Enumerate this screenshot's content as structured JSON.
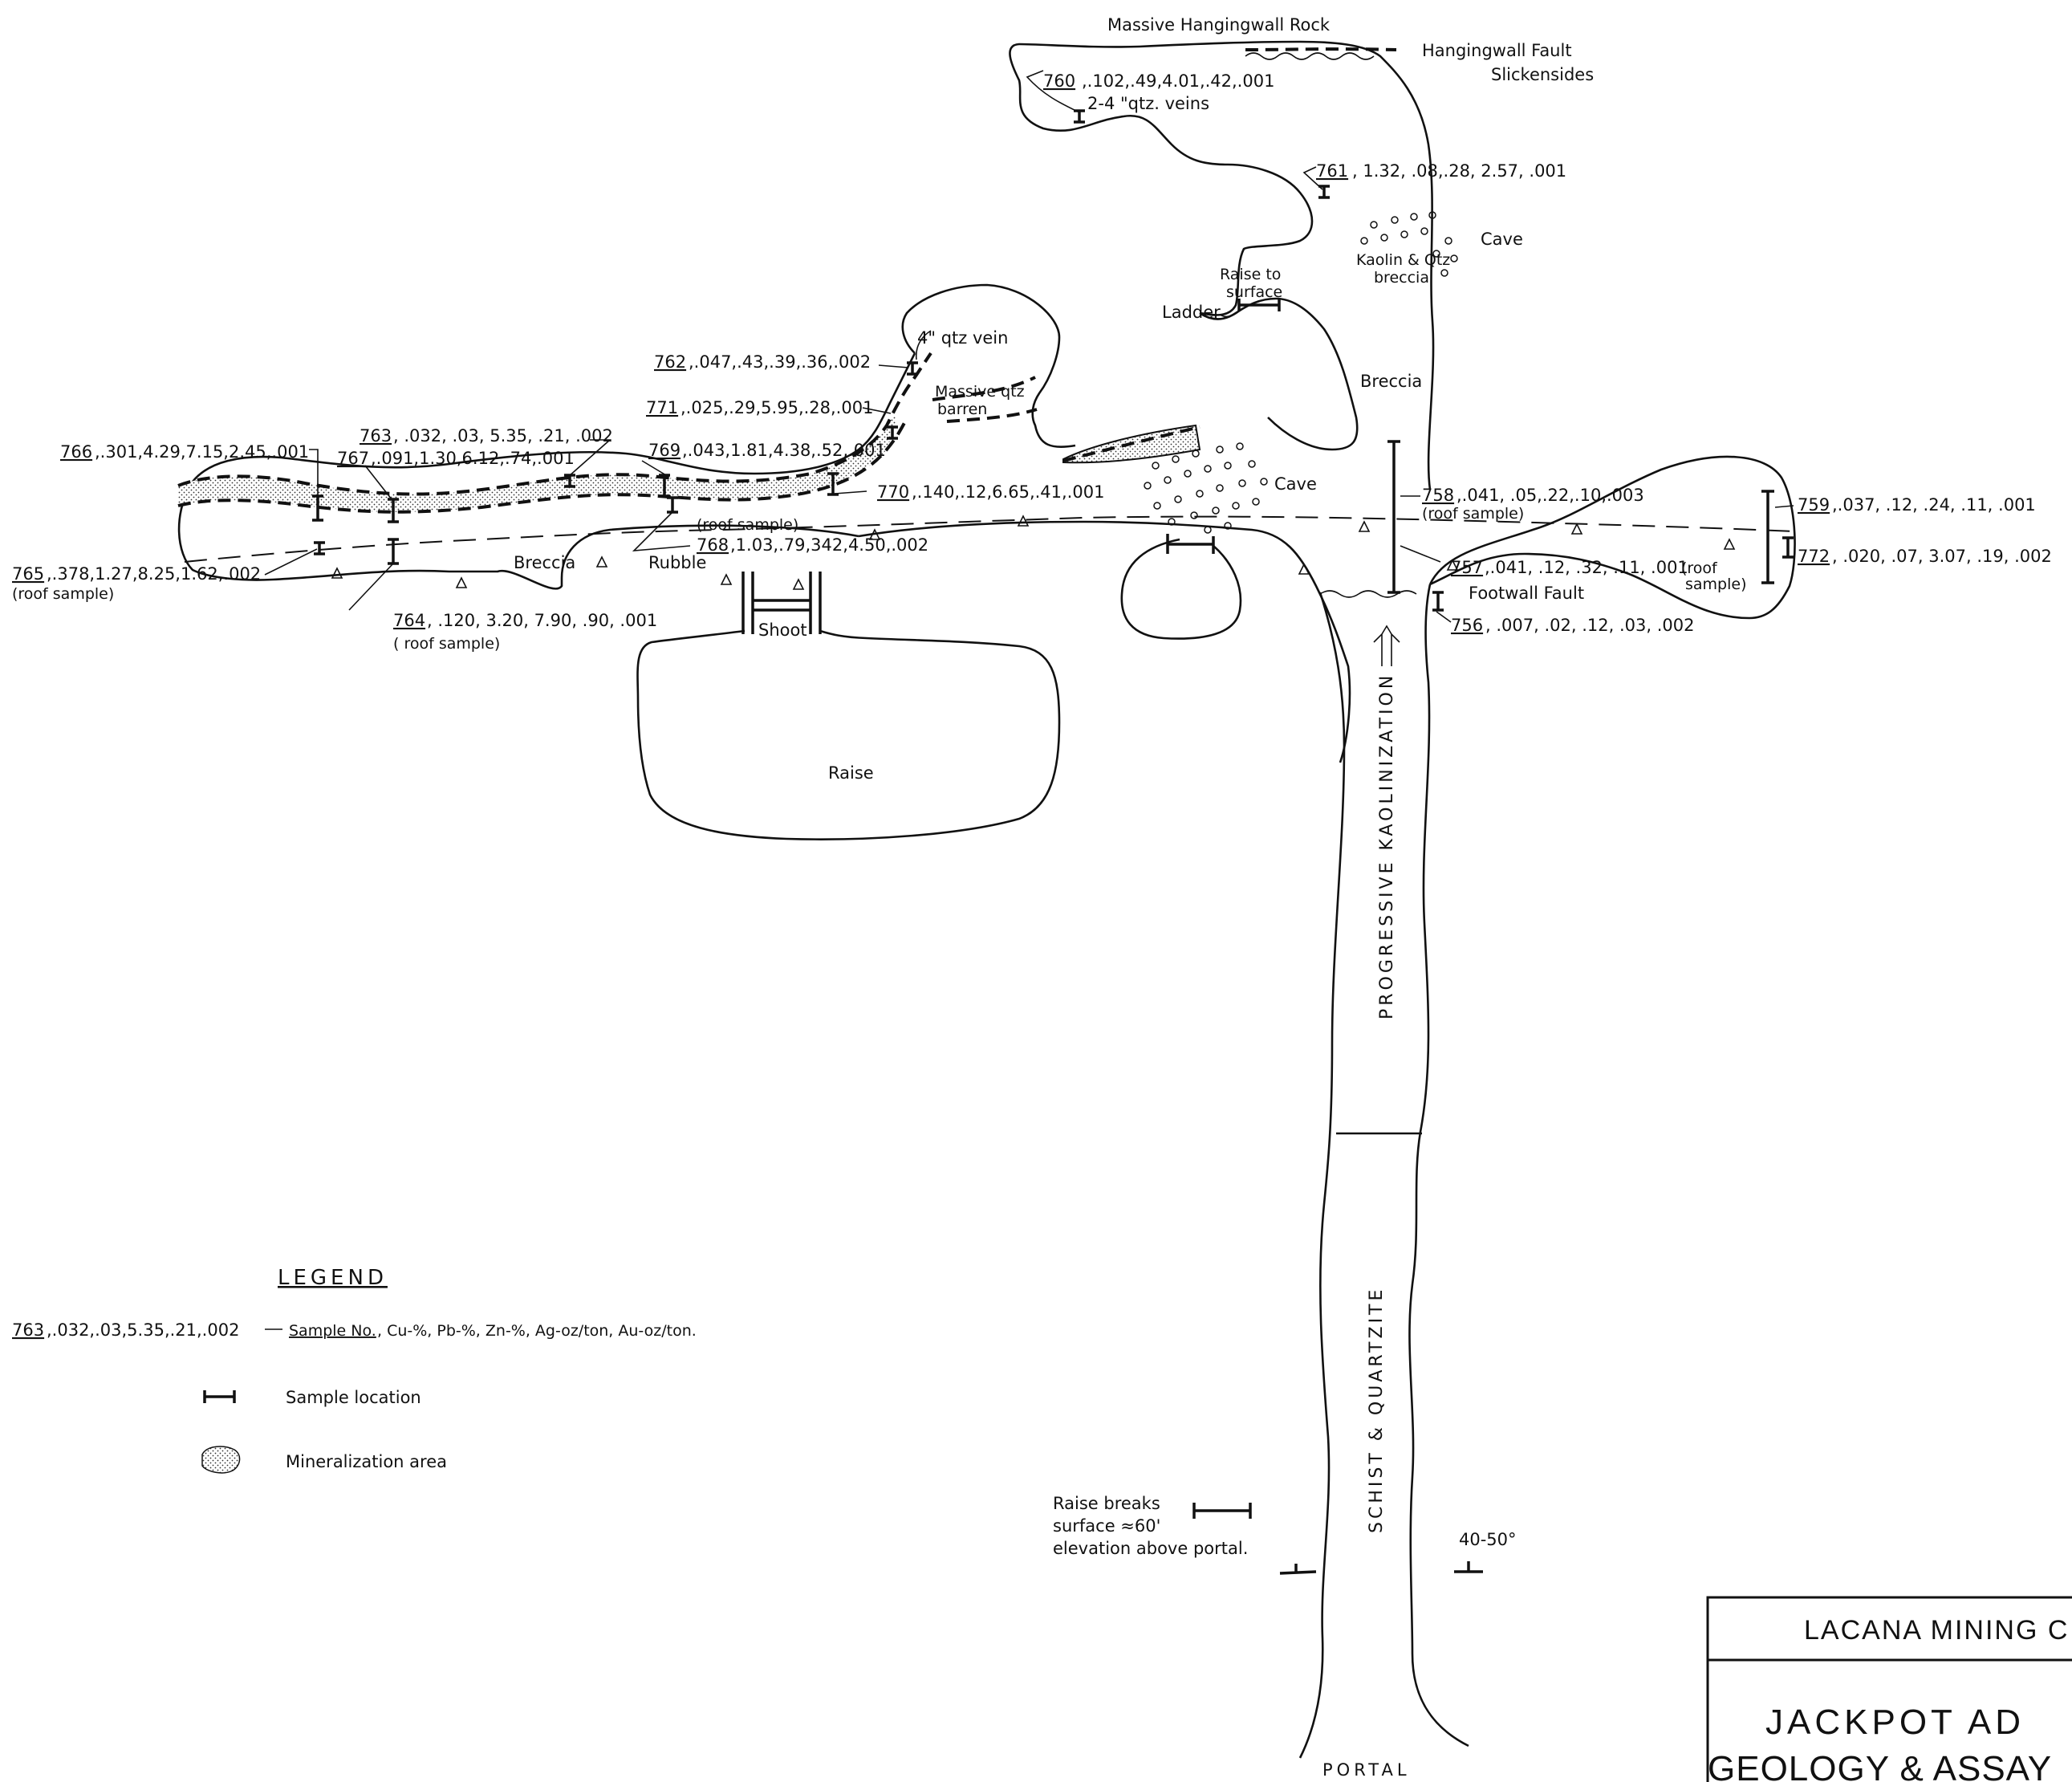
{
  "labels": {
    "massive_hw_rock": "Massive Hangingwall Rock",
    "hw_fault": "Hangingwall Fault",
    "slickensides": "Slickensides",
    "qtz_veins": "2-4 \"qtz. veins",
    "cave_upper": "Cave",
    "kaolin_breccia_1": "Kaolin & Qtz",
    "kaolin_breccia_2": "breccia",
    "raise_to_surface_1": "Raise to",
    "raise_to_surface_2": "surface",
    "ladder": "Ladder",
    "breccia_upper": "Breccia",
    "qtz_vein_4": "4\" qtz vein",
    "massive_qtz_1": "Massive qtz",
    "massive_qtz_2": "barren",
    "cave_lower": "Cave",
    "breccia_left": "Breccia",
    "rubble": "Rubble",
    "shoot": "Shoot",
    "raise": "Raise",
    "footwall_fault": "Footwall Fault",
    "progressive_kaolinization": "PROGRESSIVE KAOLINIZATION",
    "schist_quartzite": "SCHIST & QUARTZITE",
    "portal": "PORTAL",
    "dip": "40-50°",
    "raise_note_1": "Raise breaks",
    "raise_note_2": "surface ≈60'",
    "raise_note_3": "elevation above portal."
  },
  "samples": {
    "s760": {
      "no": "760",
      "vals": ",.102,.49,4.01,.42,.001"
    },
    "s761": {
      "no": "761",
      "vals": ", 1.32, .08,.28, 2.57, .001"
    },
    "s762": {
      "no": "762",
      "vals": ",.047,.43,.39,.36,.002"
    },
    "s771": {
      "no": "771",
      "vals": ",.025,.29,5.95,.28,.001"
    },
    "s763": {
      "no": "763",
      "vals": ", .032, .03, 5.35, .21, .002"
    },
    "s766": {
      "no": "766",
      "vals": ",.301,4.29,7.15,2.45,.001"
    },
    "s767": {
      "no": "767",
      "vals": ",.091,1.30,6.12,.74,.001"
    },
    "s769": {
      "no": "769",
      "vals": ",.043,1.81,4.38,.52,.001"
    },
    "s770": {
      "no": "770",
      "vals": ",.140,.12,6.65,.41,.001"
    },
    "s768": {
      "no": "768",
      "vals": ",1.03,.79,342,4.50,.002",
      "note": "(roof sample)"
    },
    "s765": {
      "no": "765",
      "vals": ",.378,1.27,8.25,1.62,.002",
      "note": "(roof sample)"
    },
    "s764": {
      "no": "764",
      "vals": ", .120, 3.20, 7.90, .90, .001",
      "note": "( roof sample)"
    },
    "s758": {
      "no": "758",
      "vals": ",.041, .05,.22,.10,.003",
      "note": "(roof sample)"
    },
    "s759": {
      "no": "759",
      "vals": ",.037, .12, .24, .11, .001"
    },
    "s772": {
      "no": "772",
      "vals": ", .020, .07, 3.07, .19, .002"
    },
    "s757": {
      "no": "757",
      "vals": ",.041, .12, .32, .11, .001",
      "note_1": "(roof",
      "note_2": "sample)"
    },
    "s756": {
      "no": "756",
      "vals": ", .007, .02, .12, .03, .002"
    }
  },
  "legend": {
    "title": "LEGEND",
    "example_no": "763",
    "example_vals": ",.032,.03,5.35,.21,.002",
    "fields_head": "Sample No.",
    "fields_rest": ", Cu-%, Pb-%, Zn-%, Ag-oz/ton, Au-oz/ton.",
    "sample_location": "Sample location",
    "mineralization_area": "Mineralization area"
  },
  "title_block": {
    "company": "LACANA MINING C",
    "title_1": "JACKPOT  AD",
    "title_2": "GEOLOGY & ASSAY"
  }
}
